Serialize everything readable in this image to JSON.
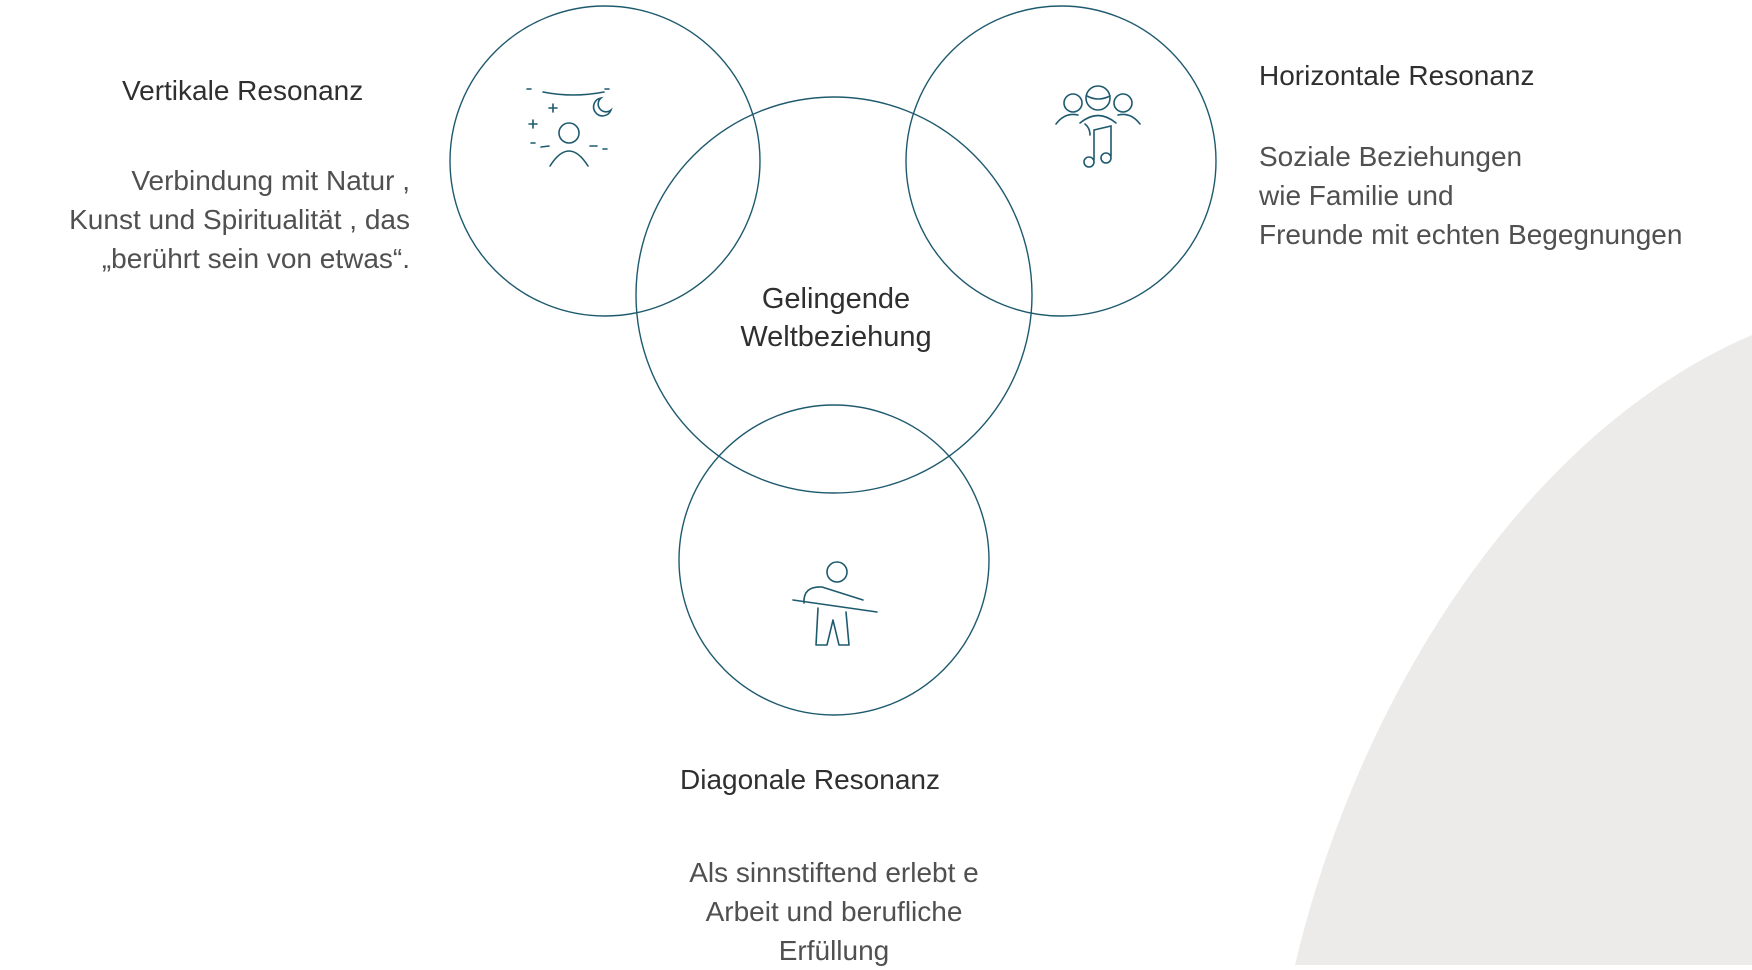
{
  "colors": {
    "circle_stroke": "#1e5a6e",
    "icon_stroke": "#1e5a6e",
    "background_shape": "#ecebea",
    "title_text": "#2f2f2f",
    "body_text": "#505050"
  },
  "center": {
    "line1": "Gelingende",
    "line2": "Weltbeziehung"
  },
  "vertical": {
    "title": "Vertikale Resonanz",
    "lines": [
      "Verbindung mit  Natur ,",
      "Kunst und Spiritualität  , das",
      "„berührt sein von etwas“."
    ],
    "icon": "night-sky-person-icon"
  },
  "horizontal": {
    "title": "Horizontale Resonanz",
    "lines": [
      "Soziale Beziehungen",
      "wie Familie und",
      "Freunde mit echten Begegnungen"
    ],
    "icon": "group-music-icon"
  },
  "diagonal": {
    "title": "Diagonale Resonanz",
    "lines": [
      "Als sinnstiftend  erlebt e",
      "Arbeit und  berufliche",
      "Erfüllung"
    ],
    "icon": "person-working-icon"
  }
}
